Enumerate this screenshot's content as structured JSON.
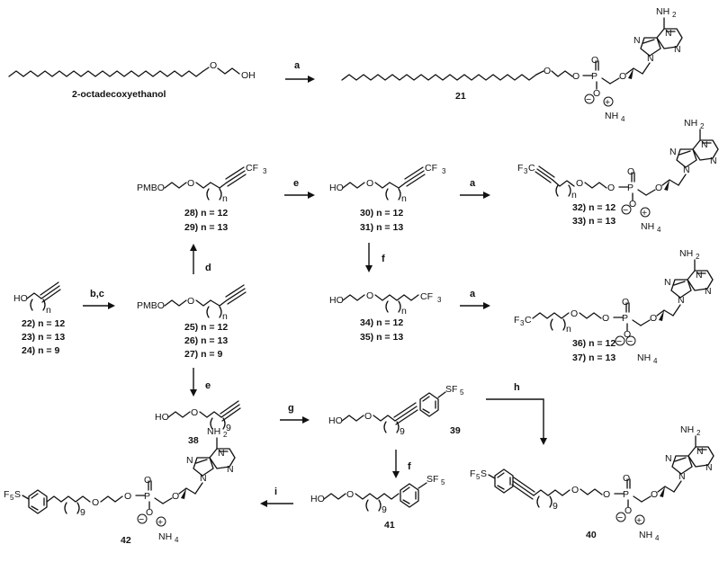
{
  "compounds": {
    "c_start": "2-octadecoxyethanol",
    "c21": "21",
    "c28": "28) n = 12",
    "c29": "29) n = 13",
    "c30": "30) n = 12",
    "c31": "31) n = 13",
    "c32": "32) n = 12",
    "c33": "33) n = 13",
    "c22": "22) n = 12",
    "c23": "23) n = 13",
    "c24": "24) n = 9",
    "c25": "25) n = 12",
    "c26": "26) n = 13",
    "c27": "27) n = 9",
    "c34": "34) n = 12",
    "c35": "35) n = 13",
    "c36": "36) n = 12",
    "c37": "37) n = 13",
    "c38": "38",
    "c39": "39",
    "c40": "40",
    "c41": "41",
    "c42": "42"
  },
  "conditions": {
    "a": "a",
    "bc": "b,c",
    "d": "d",
    "e": "e",
    "f": "f",
    "g": "g",
    "h": "h",
    "i": "i"
  },
  "atoms": {
    "O": "O",
    "OH": "OH",
    "HO": "HO",
    "P": "P",
    "N": "N",
    "NH2": "NH",
    "two": "2",
    "NH4": "NH",
    "four": "4",
    "PMBO": "PMBO",
    "CF3": "CF",
    "three": "3",
    "F3C": "F",
    "C": "C",
    "SF5": "SF",
    "five": "5",
    "F5S": "F",
    "S": "S",
    "n": "n",
    "nine": "9",
    "minus": "−",
    "plus": "+"
  },
  "icons": {
    "arrow": "reaction-arrow",
    "adenine": "adenine-ring",
    "aryl": "phenyl-ring"
  }
}
